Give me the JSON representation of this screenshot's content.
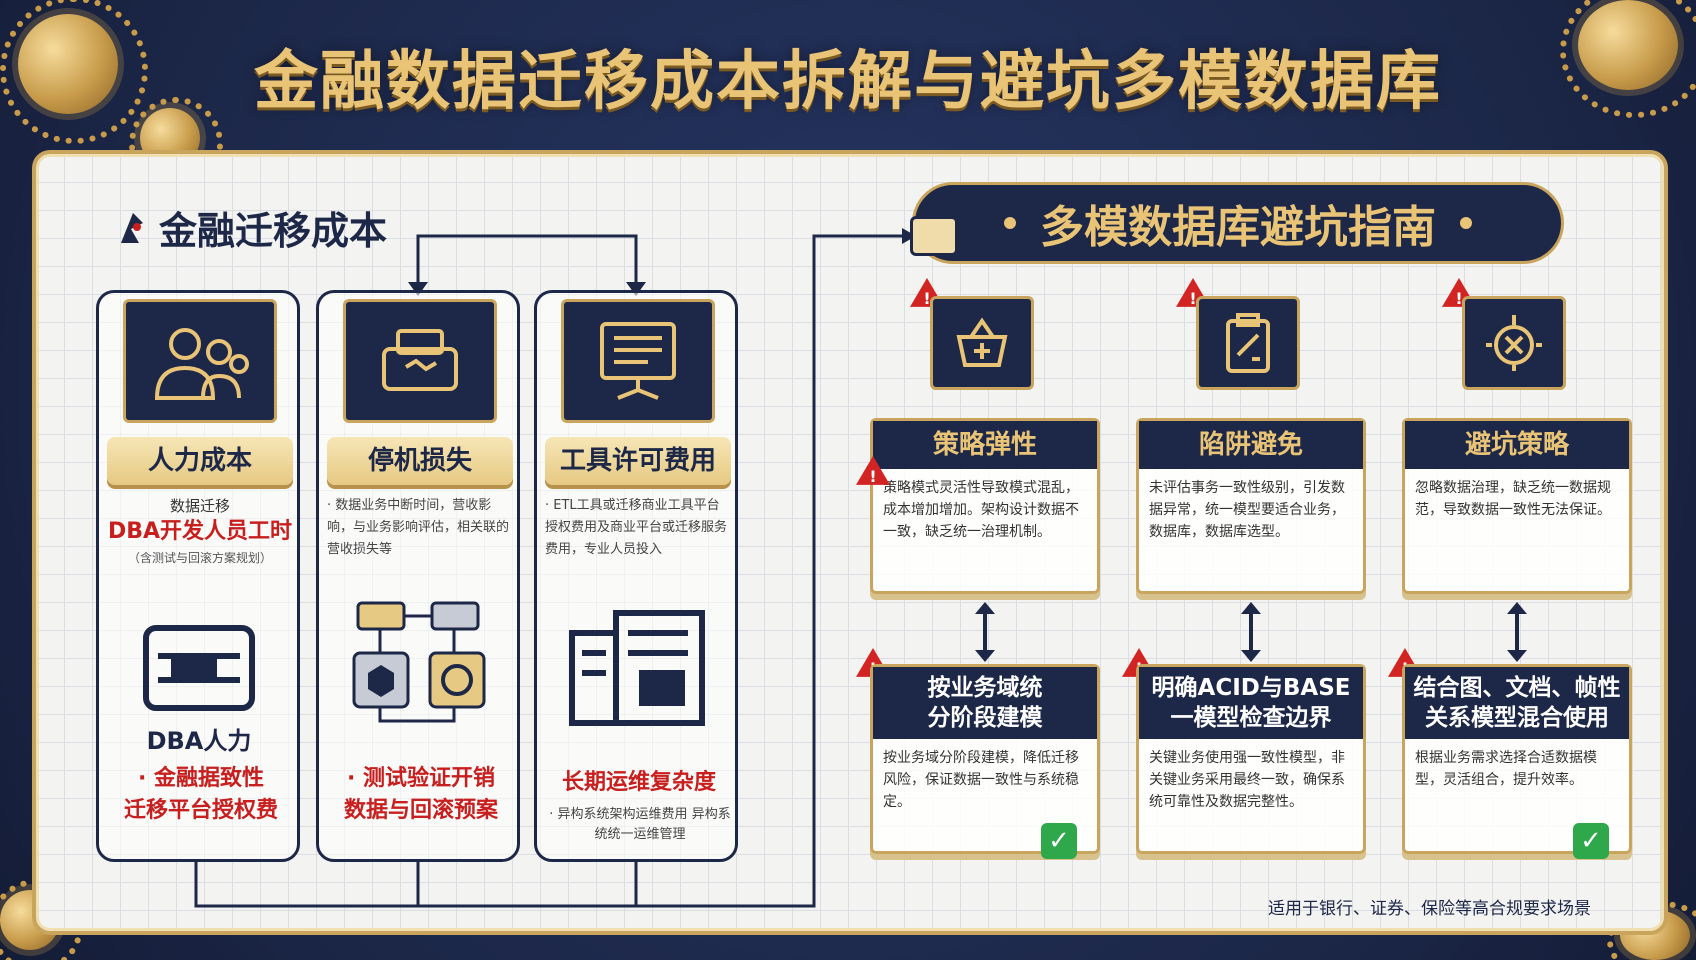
{
  "title": "金融数据迁移成本拆解与避坑多模数据库",
  "left": {
    "heading": "金融迁移成本",
    "columns": [
      {
        "label": "人力成本",
        "desc_title": "数据迁移",
        "desc_red": "DBA开发人员工时",
        "desc_small": "（含测试与回滚方案规划）",
        "mid_text": "DBA人力",
        "red_text": "· 金融据致性\n迁移平台授权费",
        "foot": ""
      },
      {
        "label": "停机损失",
        "desc_small": "· 数据业务中断时间，营收影响，与业务影响评估，相关联的营收损失等",
        "mid_text": "",
        "red_text": "· 测试验证开销\n数据与回滚预案",
        "foot": ""
      },
      {
        "label": "工具许可费用",
        "desc_small": "· ETL工具或迁移商业工具平台授权费用及商业平台或迁移服务费用，专业人员投入",
        "mid_text": "",
        "red_text": "长期运维复杂度",
        "foot": "· 异构系统架构运维费用 异构系统统一运维管理"
      }
    ]
  },
  "right": {
    "banner": "多模数据库避坑指南",
    "columns": [
      {
        "top_head": "策略弹性",
        "top_body": "策略模式灵活性导致模式混乱，成本增加增加。架构设计数据不一致，缺乏统一治理机制。",
        "bot_head": "按业务域统\n分阶段建模",
        "bot_body": "按业务域分阶段建模，降低迁移风险，保证数据一致性与系统稳定。"
      },
      {
        "top_head": "陷阱避免",
        "top_body": "未评估事务一致性级别，引发数据异常，统一模型要适合业务，数据库，数据库选型。",
        "bot_head": "明确ACID与BASE\n一模型检查边界",
        "bot_body": "关键业务使用强一致性模型，非关键业务采用最终一致，确保系统可靠性及数据完整性。"
      },
      {
        "top_head": "避坑策略",
        "top_body": "忽略数据治理，缺乏统一数据规范，导致数据一致性无法保证。",
        "bot_head": "结合图、文档、帧性\n关系模型混合使用",
        "bot_body": "根据业务需求选择合适数据模型，灵活组合，提升效率。"
      }
    ]
  },
  "footer_note": "适用于银行、证券、保险等高合规要求场景",
  "colors": {
    "navy": "#1d2747",
    "gold": "#e9c476",
    "red": "#c81e1e",
    "green": "#2ea84a"
  }
}
